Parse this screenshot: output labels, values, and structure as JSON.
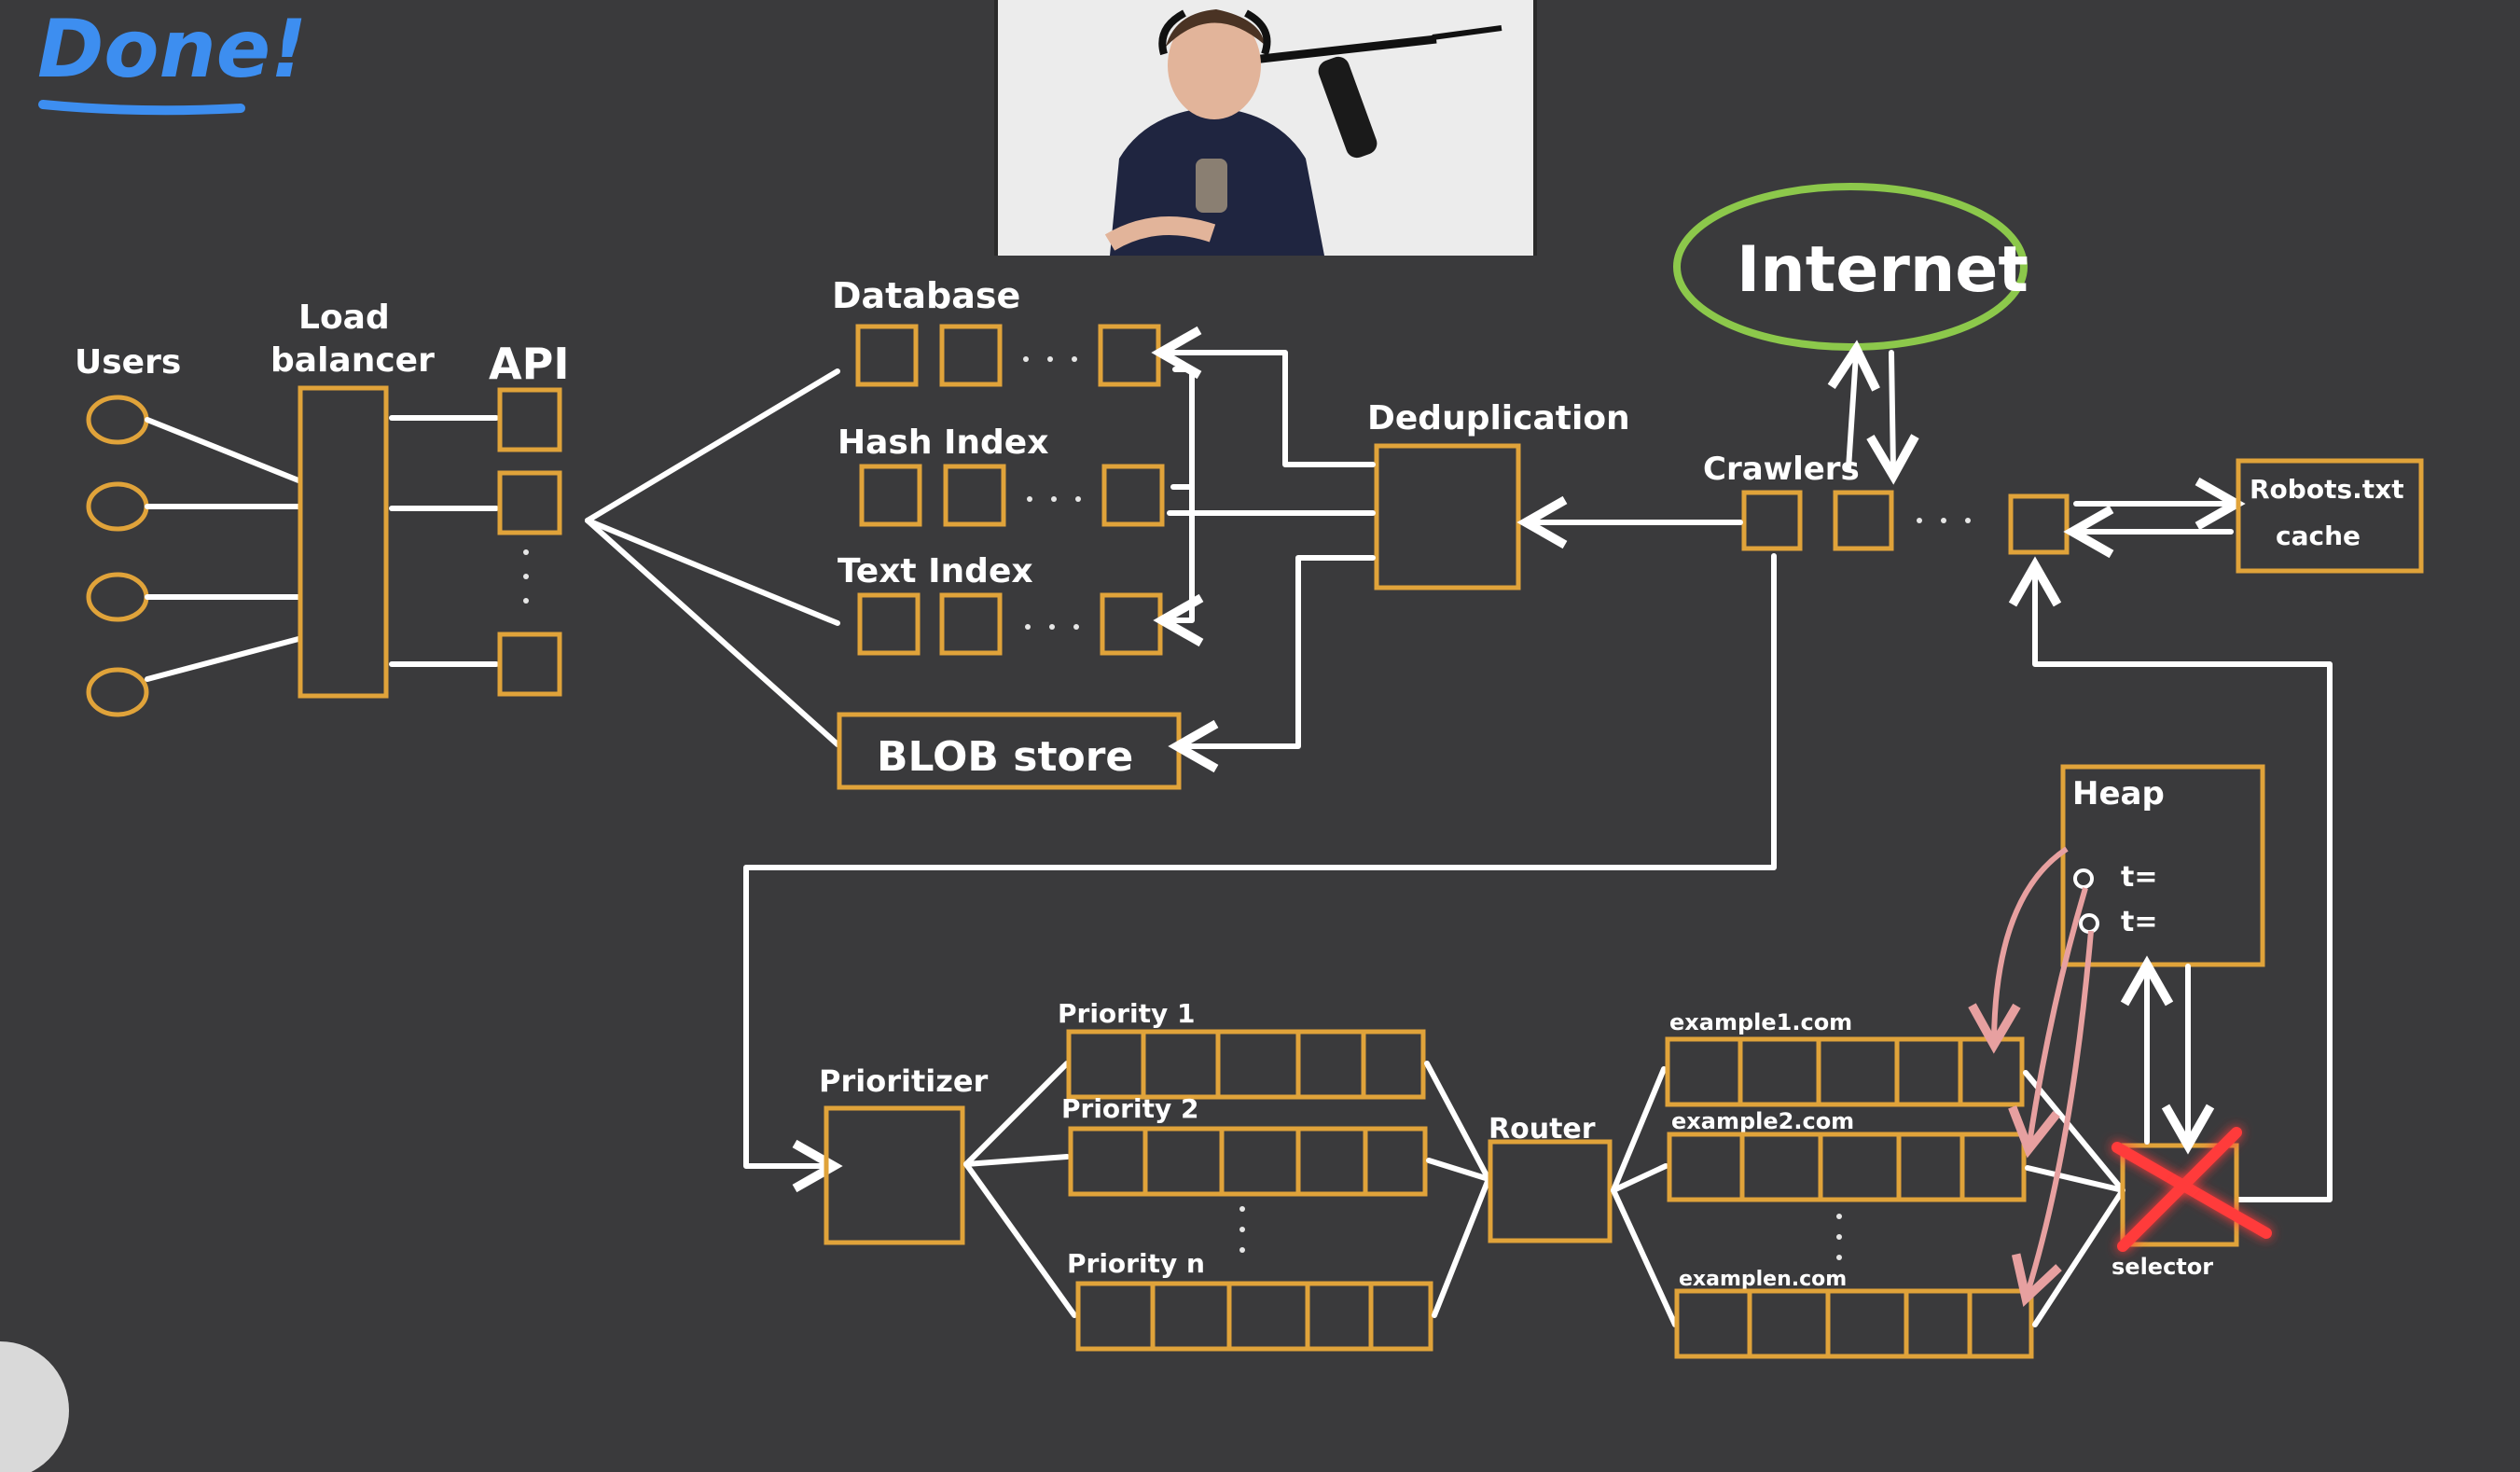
{
  "title": "Done!",
  "labels": {
    "users": "Users",
    "load_balancer_1": "Load",
    "load_balancer_2": "balancer",
    "api": "API",
    "database": "Database",
    "hash_index": "Hash Index",
    "text_index": "Text Index",
    "blob_store": "BLOB store",
    "deduplication": "Deduplication",
    "internet": "Internet",
    "crawlers": "Crawlers",
    "robots_1": "Robots.txt",
    "robots_2": "cache",
    "heap": "Heap",
    "heap_row_1": "t=",
    "heap_row_2": "t=",
    "prioritizer": "Prioritizer",
    "priority_1": "Priority 1",
    "priority_2": "Priority 2",
    "priority_n": "Priority n",
    "router": "Router",
    "example1": "example1.com",
    "example2": "example2.com",
    "examplen": "examplen.com",
    "selector": "selector"
  },
  "colors": {
    "background": "#3a3a3c",
    "box_stroke": "#e0a33a",
    "wire": "#ffffff",
    "title": "#3d8ef0",
    "internet_ring": "#8cc84b",
    "strike": "#ff3b3b",
    "pink_arrow": "#e7a0a0"
  },
  "webcam": {
    "icon": "person-at-desk-photo"
  }
}
